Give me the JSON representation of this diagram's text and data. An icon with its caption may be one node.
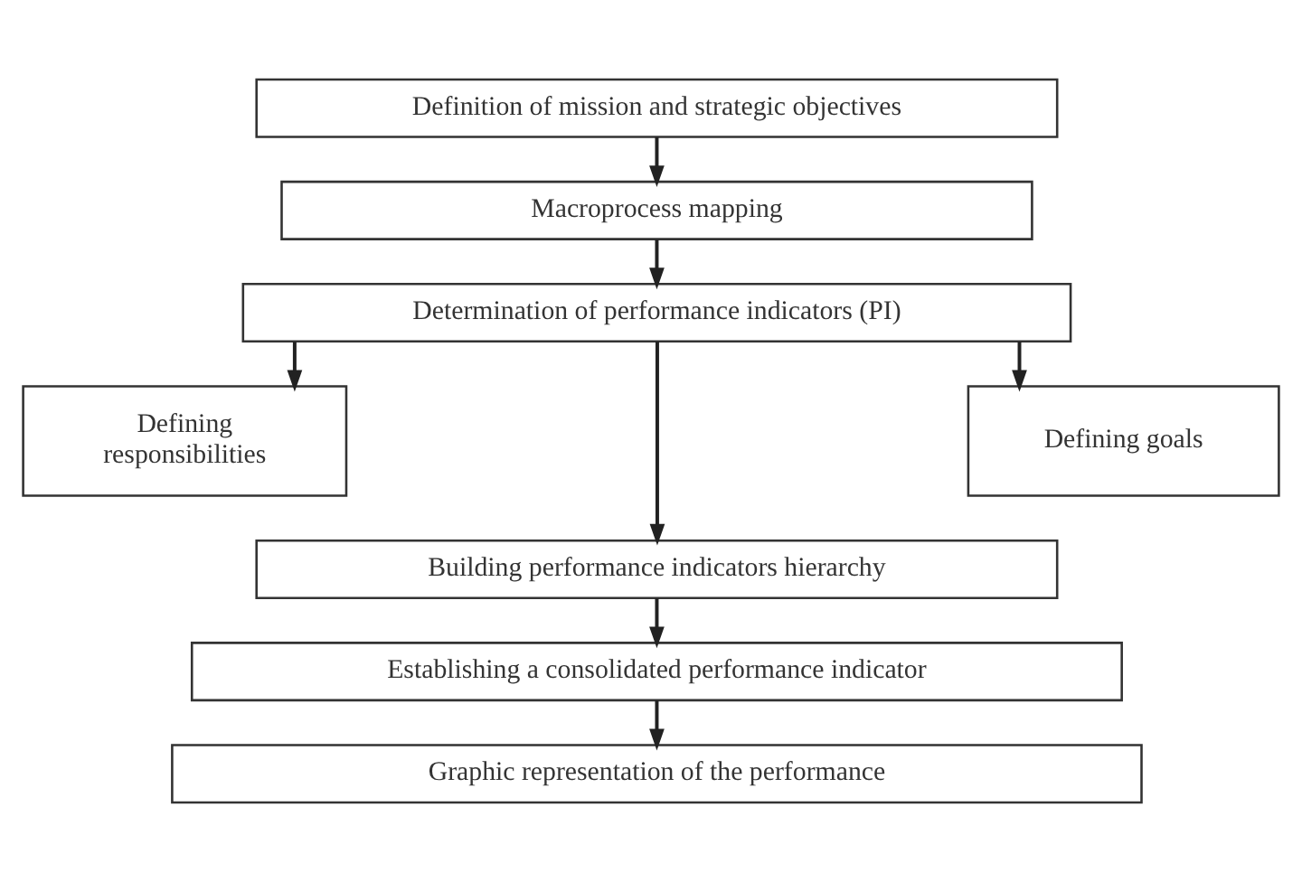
{
  "diagram": {
    "nodes": [
      {
        "text": [
          "Definition of mission and strategic objectives"
        ]
      },
      {
        "text": [
          "Macroprocess mapping"
        ]
      },
      {
        "text": [
          "Determination of performance indicators (PI)"
        ]
      },
      {
        "text": [
          "Defining responsibilities"
        ]
      },
      {
        "text": [
          "Defining goals"
        ]
      },
      {
        "text": [
          "Building performance indicators hierarchy"
        ]
      },
      {
        "text": [
          "Establishing a consolidated performance indicator"
        ]
      },
      {
        "text": [
          "Graphic representation of the performance"
        ]
      }
    ],
    "edges": [
      {
        "from": 0,
        "to": 1,
        "arrow": "to"
      },
      {
        "from": 1,
        "to": 2,
        "arrow": "to"
      },
      {
        "from": 2,
        "to": 3,
        "arrow": "to"
      },
      {
        "from": 2,
        "to": 5,
        "arrow": "to"
      },
      {
        "from": 2,
        "to": 4,
        "arrow": "to"
      },
      {
        "from": 5,
        "to": 6,
        "arrow": "to"
      },
      {
        "from": 6,
        "to": 7,
        "arrow": "to"
      }
    ]
  }
}
